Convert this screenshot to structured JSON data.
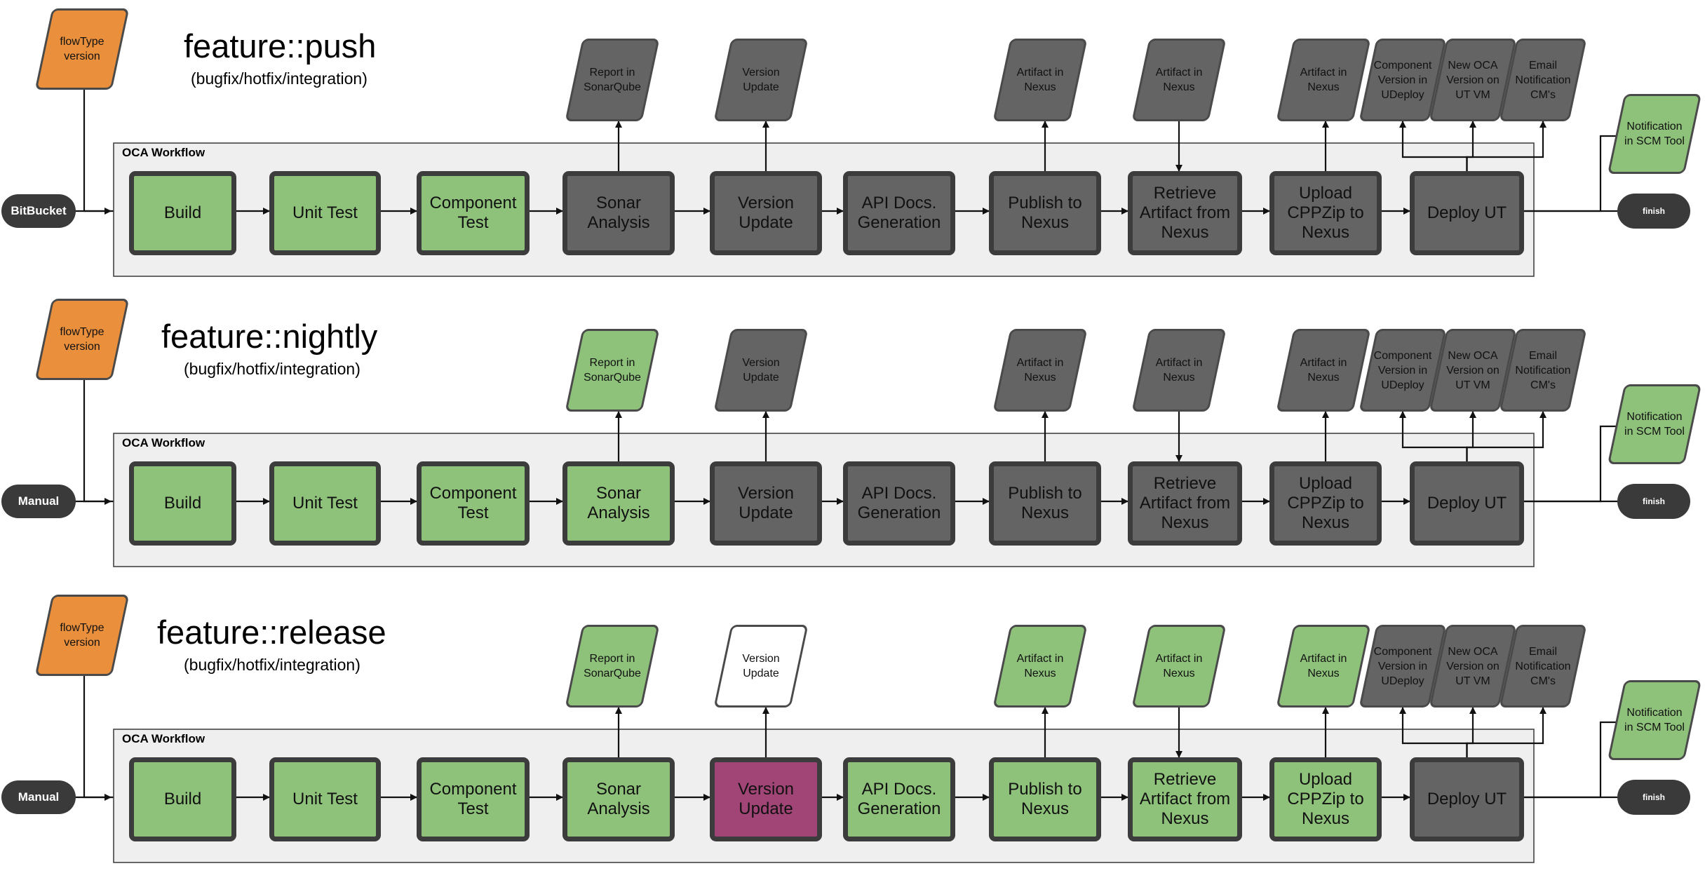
{
  "rows": [
    {
      "title": "feature::push",
      "subtitle": "(bugfix/hotfix/integration)",
      "flow_input": "flowType\nversion",
      "trigger": "BitBucket",
      "workflow_label": "OCA Workflow",
      "steps": [
        {
          "label": "Build",
          "state": "green"
        },
        {
          "label": "Unit Test",
          "state": "green"
        },
        {
          "label": "Component\nTest",
          "state": "green"
        },
        {
          "label": "Sonar\nAnalysis",
          "state": "grey"
        },
        {
          "label": "Version\nUpdate",
          "state": "grey"
        },
        {
          "label": "API Docs.\nGeneration",
          "state": "grey"
        },
        {
          "label": "Publish to\nNexus",
          "state": "grey"
        },
        {
          "label": "Retrieve\nArtifact from\nNexus",
          "state": "grey"
        },
        {
          "label": "Upload\nCPPZip to\nNexus",
          "state": "grey"
        },
        {
          "label": "Deploy UT",
          "state": "grey"
        }
      ],
      "outputs": [
        {
          "label": "Report in\nSonarQube",
          "state": "grey"
        },
        {
          "label": "Version\nUpdate",
          "state": "grey"
        },
        {
          "label": "Artifact in\nNexus",
          "state": "grey"
        },
        {
          "label": "Artifact in\nNexus",
          "state": "grey"
        },
        {
          "label": "Artifact in\nNexus",
          "state": "grey"
        },
        {
          "label": "Component\nVersion in\nUDeploy",
          "state": "grey"
        },
        {
          "label": "New OCA\nVersion on\nUT VM",
          "state": "grey"
        },
        {
          "label": "Email\nNotification\nCM's",
          "state": "grey"
        }
      ],
      "notification": {
        "label": "Notification\nin SCM Tool",
        "state": "green"
      },
      "end": "finish"
    },
    {
      "title": "feature::nightly",
      "subtitle": "(bugfix/hotfix/integration)",
      "flow_input": "flowType\nversion",
      "trigger": "Manual",
      "workflow_label": "OCA Workflow",
      "steps": [
        {
          "label": "Build",
          "state": "green"
        },
        {
          "label": "Unit Test",
          "state": "green"
        },
        {
          "label": "Component\nTest",
          "state": "green"
        },
        {
          "label": "Sonar\nAnalysis",
          "state": "green"
        },
        {
          "label": "Version\nUpdate",
          "state": "grey"
        },
        {
          "label": "API Docs.\nGeneration",
          "state": "grey"
        },
        {
          "label": "Publish to\nNexus",
          "state": "grey"
        },
        {
          "label": "Retrieve\nArtifact from\nNexus",
          "state": "grey"
        },
        {
          "label": "Upload\nCPPZip to\nNexus",
          "state": "grey"
        },
        {
          "label": "Deploy UT",
          "state": "grey"
        }
      ],
      "outputs": [
        {
          "label": "Report in\nSonarQube",
          "state": "green"
        },
        {
          "label": "Version\nUpdate",
          "state": "grey"
        },
        {
          "label": "Artifact in\nNexus",
          "state": "grey"
        },
        {
          "label": "Artifact in\nNexus",
          "state": "grey"
        },
        {
          "label": "Artifact in\nNexus",
          "state": "grey"
        },
        {
          "label": "Component\nVersion in\nUDeploy",
          "state": "grey"
        },
        {
          "label": "New OCA\nVersion on\nUT VM",
          "state": "grey"
        },
        {
          "label": "Email\nNotification\nCM's",
          "state": "grey"
        }
      ],
      "notification": {
        "label": "Notification\nin SCM Tool",
        "state": "green"
      },
      "end": "finish"
    },
    {
      "title": "feature::release",
      "subtitle": "(bugfix/hotfix/integration)",
      "flow_input": "flowType\nversion",
      "trigger": "Manual",
      "workflow_label": "OCA Workflow",
      "steps": [
        {
          "label": "Build",
          "state": "green"
        },
        {
          "label": "Unit Test",
          "state": "green"
        },
        {
          "label": "Component\nTest",
          "state": "green"
        },
        {
          "label": "Sonar\nAnalysis",
          "state": "green"
        },
        {
          "label": "Version\nUpdate",
          "state": "magenta"
        },
        {
          "label": "API Docs.\nGeneration",
          "state": "green"
        },
        {
          "label": "Publish to\nNexus",
          "state": "green"
        },
        {
          "label": "Retrieve\nArtifact from\nNexus",
          "state": "green"
        },
        {
          "label": "Upload\nCPPZip to\nNexus",
          "state": "green"
        },
        {
          "label": "Deploy UT",
          "state": "grey"
        }
      ],
      "outputs": [
        {
          "label": "Report in\nSonarQube",
          "state": "green"
        },
        {
          "label": "Version\nUpdate",
          "state": "white"
        },
        {
          "label": "Artifact in\nNexus",
          "state": "green"
        },
        {
          "label": "Artifact in\nNexus",
          "state": "green"
        },
        {
          "label": "Artifact in\nNexus",
          "state": "green"
        },
        {
          "label": "Component\nVersion in\nUDeploy",
          "state": "grey"
        },
        {
          "label": "New OCA\nVersion on\nUT VM",
          "state": "grey"
        },
        {
          "label": "Email\nNotification\nCM's",
          "state": "grey"
        }
      ],
      "notification": {
        "label": "Notification\nin SCM Tool",
        "state": "green"
      },
      "end": "finish"
    }
  ],
  "colors": {
    "flow_input": "#ea8f3b",
    "step_done": "#8ec27a",
    "step_pending": "#646464",
    "step_release": "#a14476",
    "workflow_bg": "#efefef",
    "terminal": "#3a3a3a"
  }
}
